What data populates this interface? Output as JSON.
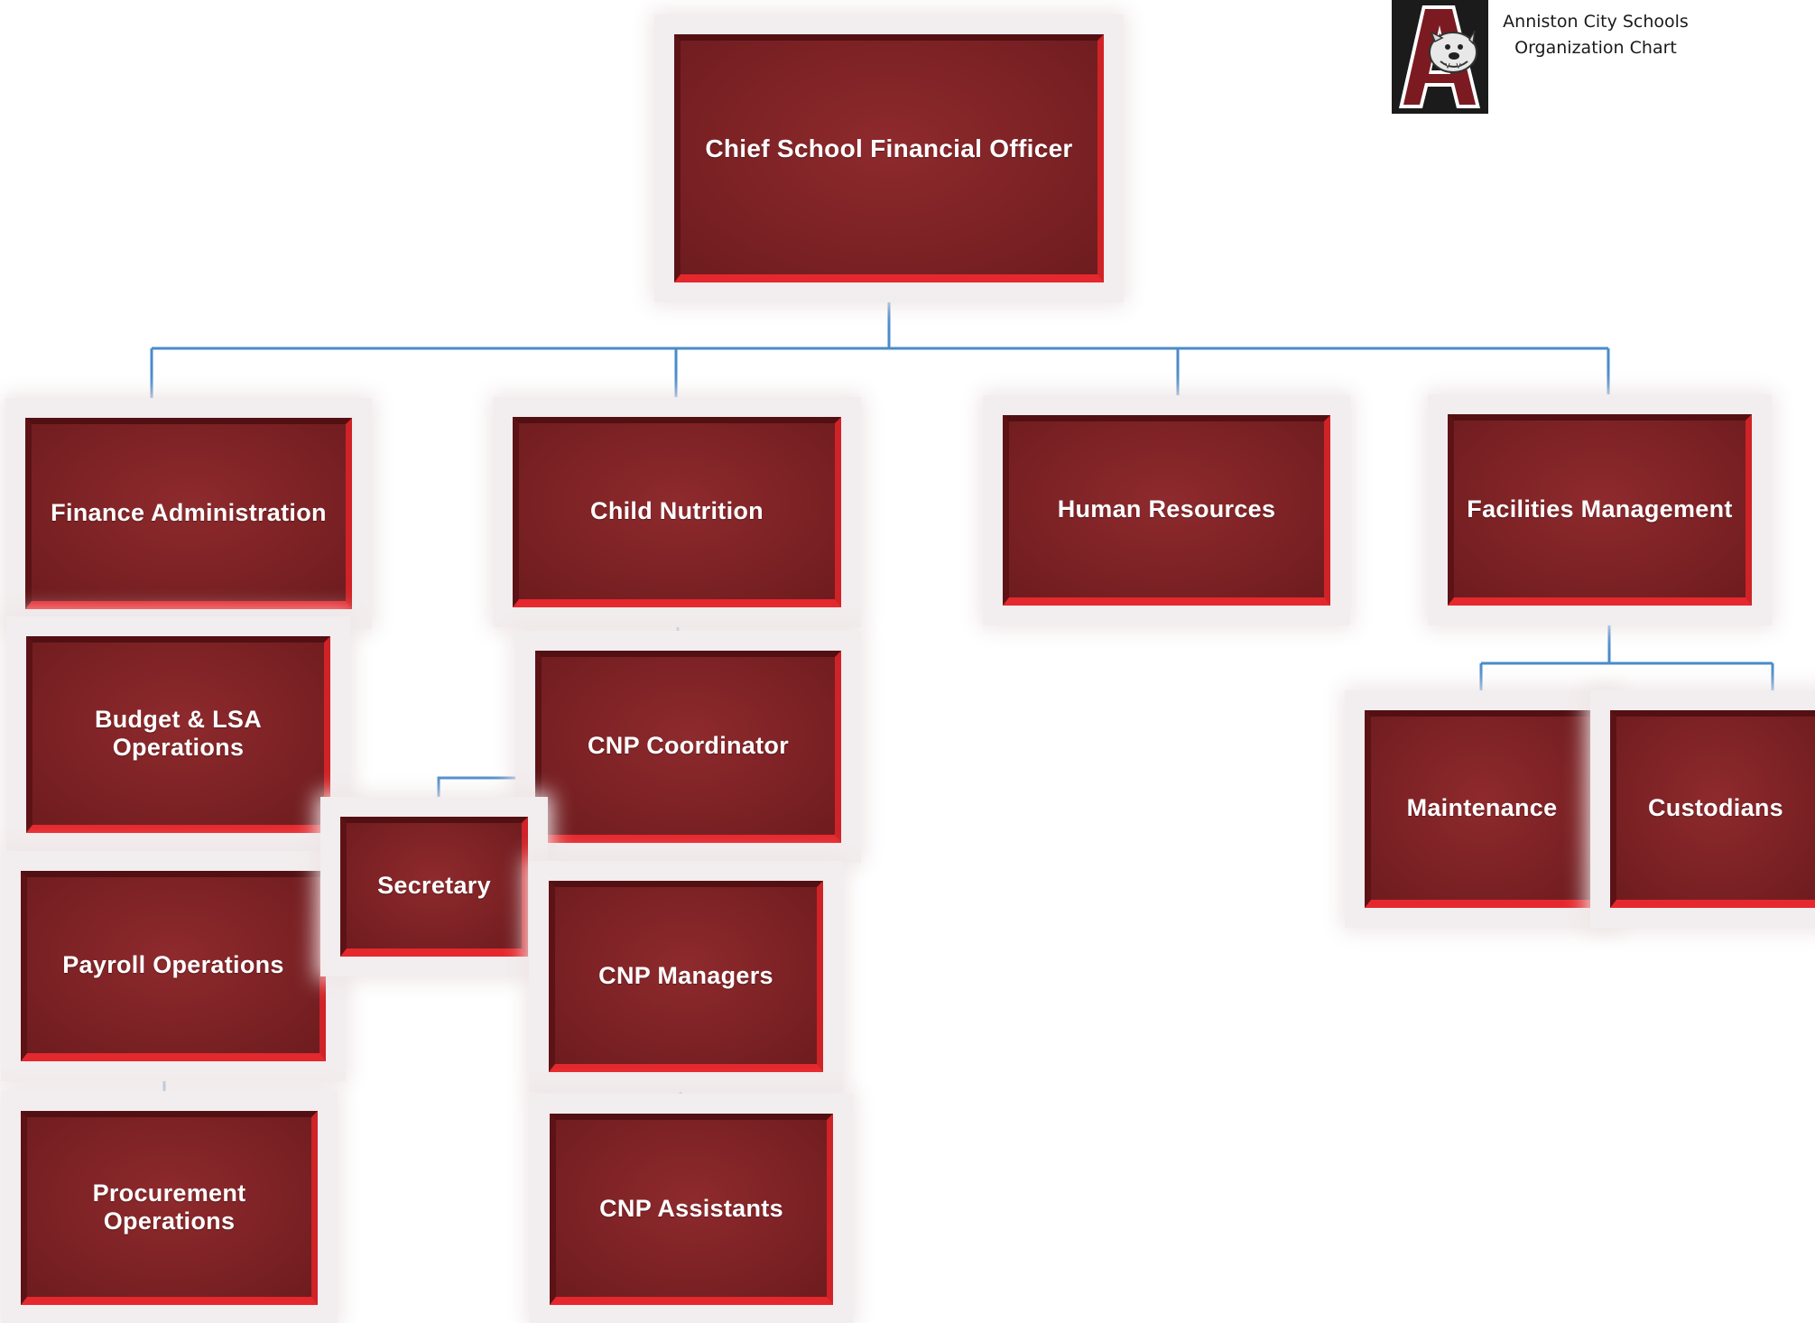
{
  "header": {
    "organization": "Anniston City Schools",
    "document_title": "Organization Chart"
  },
  "logo": {
    "icon": "anniston-bulldog-letter-a-logo",
    "letter": "A",
    "colors": {
      "letter": "#7b1b21",
      "background": "#1b1b1b",
      "outline": "#ffffff"
    }
  },
  "chart": {
    "root": {
      "label": "Chief School Financial Officer"
    },
    "departments": [
      {
        "label": "Finance Administration",
        "children": [
          {
            "label": "Budget & LSA Operations"
          },
          {
            "label": "Payroll Operations"
          },
          {
            "label": "Procurement Operations"
          }
        ]
      },
      {
        "label": "Child Nutrition",
        "children": [
          {
            "label": "CNP Coordinator",
            "assistant": {
              "label": "Secretary"
            }
          },
          {
            "label": "CNP Managers"
          },
          {
            "label": "CNP Assistants"
          }
        ]
      },
      {
        "label": "Human Resources",
        "children": []
      },
      {
        "label": "Facilities Management",
        "children": [
          {
            "label": "Maintenance"
          },
          {
            "label": "Custodians"
          }
        ]
      }
    ]
  },
  "colors": {
    "box_fill": "#7d2225",
    "box_edge_dark": "#531013",
    "box_edge_light": "#e5282d",
    "box_glow": "#f2edee",
    "connector": "#4a8bc9",
    "box_text": "#ffffff"
  }
}
